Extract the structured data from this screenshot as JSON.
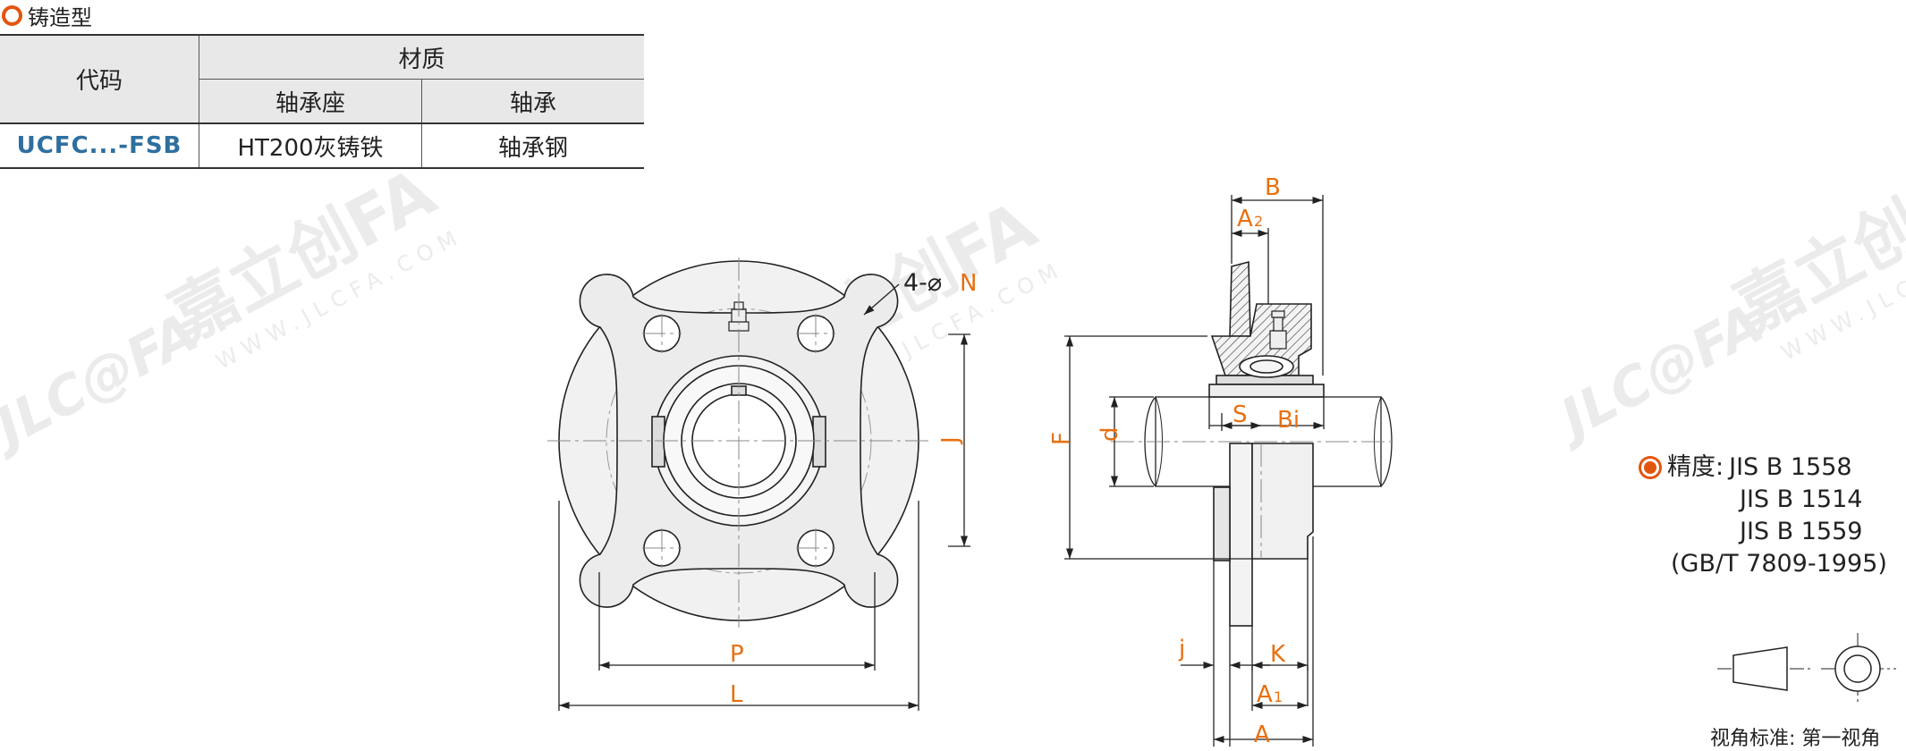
{
  "section": {
    "title": "铸造型",
    "icon": "ring-bullet-icon"
  },
  "table": {
    "code_header": "代码",
    "material_header": "材质",
    "sub_headers": [
      "轴承座",
      "轴承"
    ],
    "rows": [
      {
        "code": "UCFC...-FSB",
        "housing": "HT200灰铸铁",
        "bearing": "轴承钢"
      }
    ]
  },
  "watermark": {
    "brand": "嘉立创FA",
    "logo": "JLC@FA",
    "url": "WWW.JLCFA.COM"
  },
  "dimensions": {
    "N": "N",
    "N_prefix": "4-⌀",
    "J": "J",
    "P": "P",
    "L": "L",
    "B": "B",
    "A2": "A",
    "A2_sub": "2",
    "F": "F",
    "d": "d",
    "S": "S",
    "Bi": "Bi",
    "j": "j",
    "K": "K",
    "A1": "A",
    "A1_sub": "1",
    "A": "A"
  },
  "precision": {
    "label": "精度:",
    "standards": [
      "JIS B 1558",
      "JIS B 1514",
      "JIS B 1559",
      "(GB/T 7809-1995)"
    ]
  },
  "projection": {
    "label": "视角标准: 第一视角",
    "icon": "first-angle-projection-icon"
  },
  "colors": {
    "accent": "#e2550e",
    "dimension": "#e8700f",
    "code": "#2e6fa0",
    "header_bg": "#e8e8e8"
  }
}
